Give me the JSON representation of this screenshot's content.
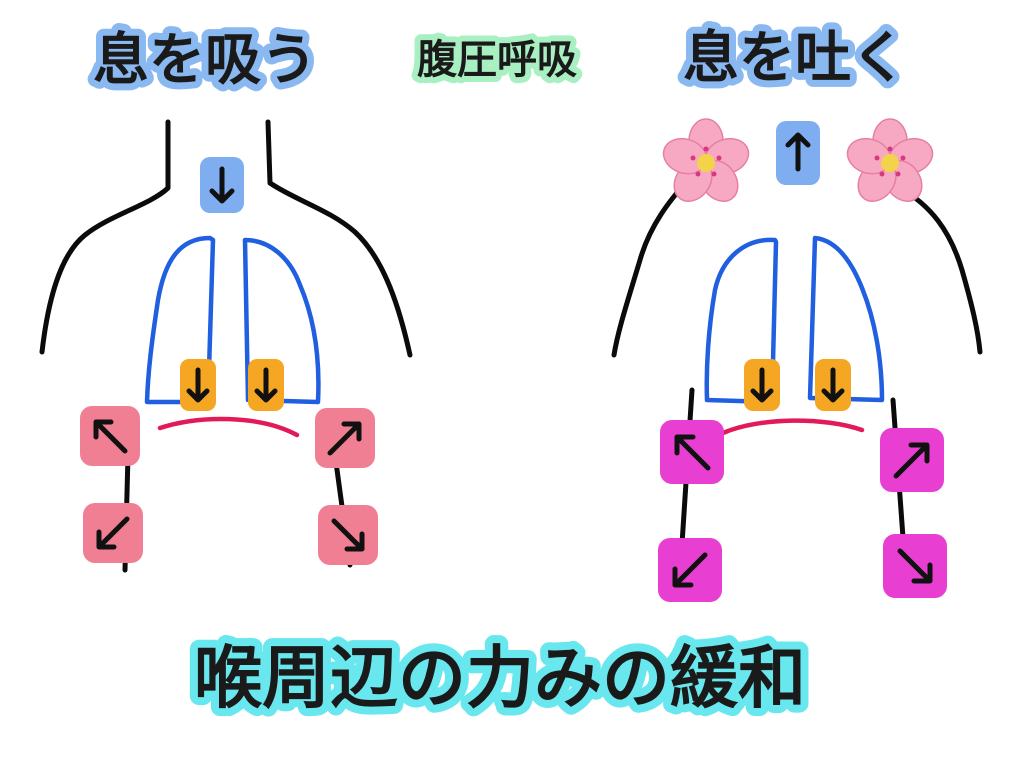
{
  "titles": {
    "inhale": "息を吸う",
    "method": "腹圧呼吸",
    "exhale": "息を吐く",
    "footer": "喉周辺の力みの緩和"
  },
  "colors": {
    "body_outline": "#0b0b0b",
    "lung_outline": "#1f5fe0",
    "diaphragm": "#e21a5a",
    "label_glow_blue": "#8ab8f0",
    "label_glow_green": "#a8f0c2",
    "label_glow_cyan": "#69e7ee",
    "arrow_blue": "#7eaef0",
    "arrow_orange": "#f5a623",
    "arrow_pink_light": "#f07f93",
    "arrow_pink_magenta": "#e83fd2",
    "blossom": "#f7a9c4"
  },
  "icons": {
    "breath_in": "arrow-down-icon",
    "breath_out": "arrow-up-icon",
    "diaphragm_down": "arrow-down-icon",
    "rib_expand": "diagonal-arrow-icon",
    "decoration": "cherry-blossom-icon"
  }
}
